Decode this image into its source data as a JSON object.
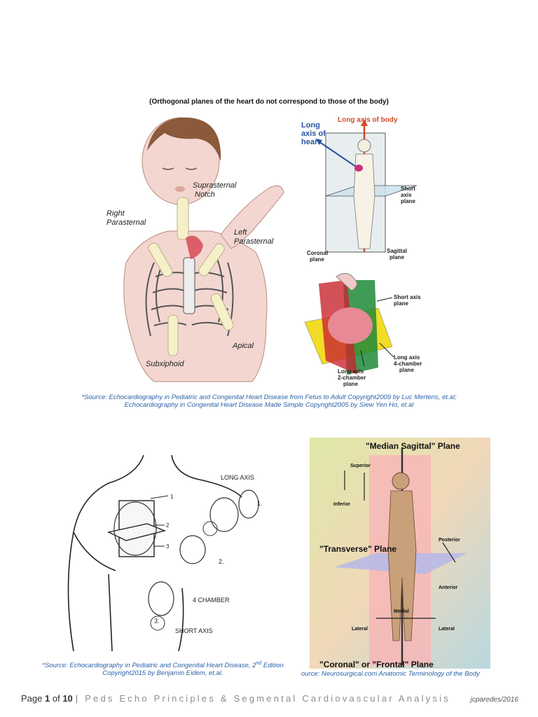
{
  "header_caption": "(Orthogonal planes of the heart do not correspond to those of the body)",
  "fig1": {
    "labels": {
      "suprasternal": [
        "Suprasternal",
        "Notch"
      ],
      "right_parasternal": [
        "Right",
        "Parasternal"
      ],
      "left_parasternal": [
        "Left",
        "Parasternal"
      ],
      "apical": "Apical",
      "subxiphoid": "Subxiphoid"
    }
  },
  "fig2": {
    "long_axis_body": "Long axis of body",
    "long_axis_heart": [
      "Long",
      "axis of",
      "heart"
    ],
    "short_axis_plane": [
      "Short",
      "axis",
      "plane"
    ],
    "coronal_plane": [
      "Coronal",
      "plane"
    ],
    "sagittal_plane": [
      "Sagittal",
      "plane"
    ]
  },
  "fig3": {
    "short_axis_plane": [
      "Short axis",
      "plane"
    ],
    "long_axis_4ch": [
      "Long axis",
      "4-chamber",
      "plane"
    ],
    "long_axis_2ch": [
      "Long axis",
      "2-chamber",
      "plane"
    ]
  },
  "source1": [
    "*Source: Echocardiography in Pediatric and Congenital Heart Disease from Fetus to Adult Copyright2009 by Luc Mertens, et.al;",
    "Echocardiography in Congenital Heart Disease Made Simple Copyright2005 by Siew Yen Ho, et.al"
  ],
  "fig4": {
    "long_axis": "LONG AXIS",
    "four_chamber": "4 CHAMBER",
    "short_axis": "SHORT AXIS",
    "nums": [
      "1.",
      "2.",
      "3."
    ],
    "marks": [
      "1",
      "2",
      "3"
    ]
  },
  "fig5": {
    "median_sagittal": "\"Median Sagittal\" Plane",
    "transverse": "\"Transverse\" Plane",
    "coronal_frontal": "\"Coronal\" or \"Frontal\" Plane",
    "superior": "Superior",
    "inferior": "Inferior",
    "posterior": "Posterior",
    "anterior": "Anterior",
    "medial": "Medial",
    "lateral_left": "Lateral",
    "lateral_right": "Lateral"
  },
  "source2": {
    "line1_prefix": "*Source: Echocardiography in Pediatric and Congenital Heart Disease, 2",
    "line1_sup": "nd",
    "line1_suffix": " Edition",
    "line2": "Copyright2015 by Benjamin Eidem, et.al."
  },
  "source3": "ource: Neurosurgical.com Anatomic Terminology of the Body",
  "footer": {
    "page_word": "Page",
    "page_num": "1",
    "of_word": "of",
    "total": "10",
    "sep": "|",
    "title": "Peds Echo Principles & Segmental Cardiovascular Analysis",
    "author": "jcparedes/2016"
  }
}
